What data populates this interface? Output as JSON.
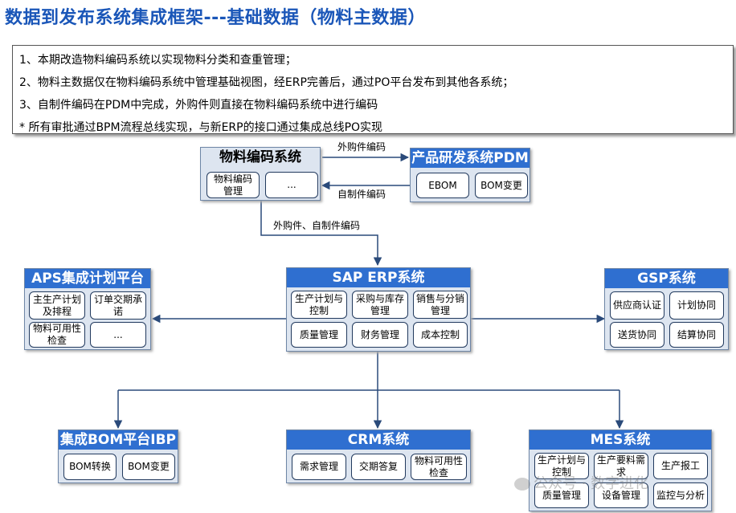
{
  "title": "数据到发布系统集成框架---基础数据（物料主数据）",
  "notes": [
    "1、本期改造物料编码系统以实现物料分类和查重管理；",
    "2、物料主数据仅在物料编码系统中管理基础视图，经ERP完善后，通过PO平台发布到其他各系统；",
    "3、自制件编码在PDM中完成，外购件则直接在物料编码系统中进行编码",
    "* 所有审批通过BPM流程总线实现，与新ERP的接口通过集成总线PO实现"
  ],
  "systems": {
    "mcode": {
      "title": "物料编码系统",
      "modules": [
        "物料编码管理",
        "..."
      ]
    },
    "pdm": {
      "title": "产品研发系统PDM",
      "modules": [
        "EBOM",
        "BOM变更"
      ]
    },
    "erp": {
      "title": "SAP ERP系统",
      "modules": [
        "生产计划与控制",
        "采购与库存管理",
        "销售与分销管理",
        "质量管理",
        "财务管理",
        "成本控制"
      ]
    },
    "aps": {
      "title": "APS集成计划平台",
      "modules": [
        "主生产计划及排程",
        "订单交期承诺",
        "物料可用性检查",
        "..."
      ]
    },
    "gsp": {
      "title": "GSP系统",
      "modules": [
        "供应商认证",
        "计划协同",
        "送货协同",
        "结算协同"
      ]
    },
    "ibp": {
      "title": "集成BOM平台IBP",
      "modules": [
        "BOM转换",
        "BOM变更"
      ]
    },
    "crm": {
      "title": "CRM系统",
      "modules": [
        "需求管理",
        "交期答复",
        "物料可用性检查"
      ]
    },
    "mes": {
      "title": "MES系统",
      "modules": [
        "生产计划与控制",
        "生产要料需求",
        "生产报工",
        "质量管理",
        "设备管理",
        "监控与分析"
      ]
    }
  },
  "links": {
    "outsourced": "外购件编码",
    "selfmade": "自制件编码",
    "both": "外购件、自制件编码"
  },
  "watermark": "公众号 · 数字进化"
}
